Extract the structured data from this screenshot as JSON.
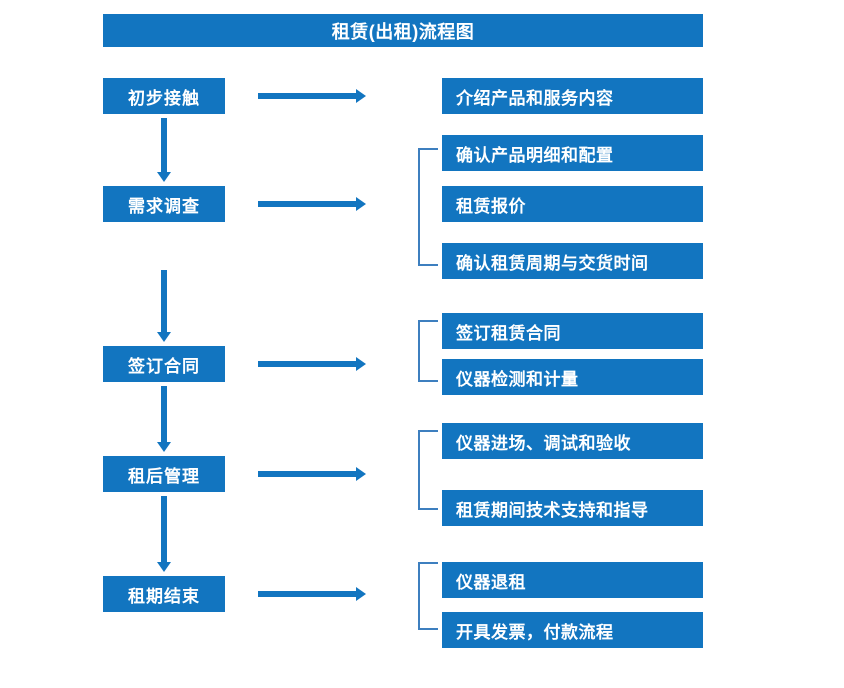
{
  "title": {
    "text": "租赁(出租)流程图",
    "color": "#1275c0"
  },
  "theme": {
    "box_fill": "#1275c0",
    "box_text": "#ffffff",
    "arrow_color": "#1275c0",
    "bracket_color": "#3d7fbf",
    "background": "#ffffff"
  },
  "stages": [
    {
      "label": "初步接触"
    },
    {
      "label": "需求调查"
    },
    {
      "label": "签订合同"
    },
    {
      "label": "租后管理"
    },
    {
      "label": "租期结束"
    }
  ],
  "details": [
    {
      "label": "介绍产品和服务内容"
    },
    {
      "label": "确认产品明细和配置"
    },
    {
      "label": "租赁报价"
    },
    {
      "label": "确认租赁周期与交货时间"
    },
    {
      "label": "签订租赁合同"
    },
    {
      "label": "仪器检测和计量"
    },
    {
      "label": "仪器进场、调试和验收"
    },
    {
      "label": "租赁期间技术支持和指导"
    },
    {
      "label": "仪器退租"
    },
    {
      "label": "开具发票，付款流程"
    }
  ],
  "groups": [
    {
      "stage": "需求调查",
      "members": [
        "确认产品明细和配置",
        "租赁报价",
        "确认租赁周期与交货时间"
      ]
    },
    {
      "stage": "签订合同",
      "members": [
        "签订租赁合同",
        "仪器检测和计量"
      ]
    },
    {
      "stage": "租后管理",
      "members": [
        "仪器进场、调试和验收",
        "租赁期间技术支持和指导"
      ]
    },
    {
      "stage": "租期结束",
      "members": [
        "仪器退租",
        "开具发票，付款流程"
      ]
    }
  ]
}
